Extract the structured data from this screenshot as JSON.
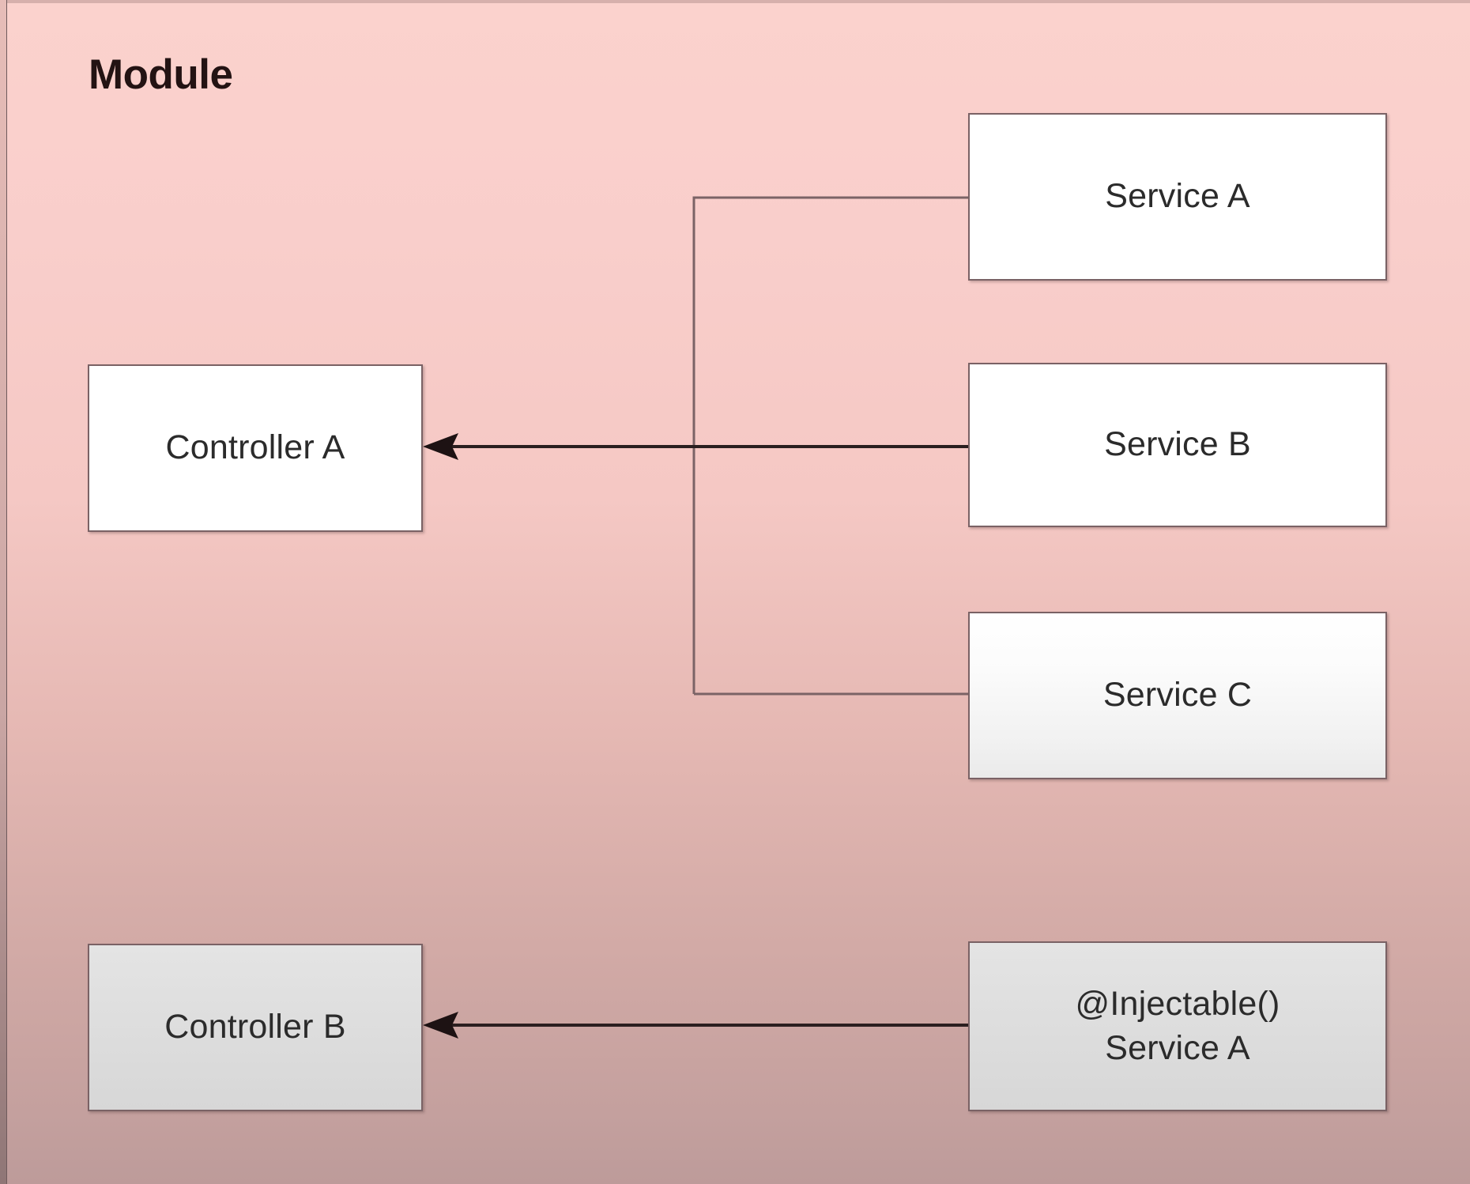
{
  "diagram": {
    "title": "Module",
    "type": "block-diagram",
    "background_top_color": "#fbd2cd",
    "background_bottom_color": "#bd9b9a",
    "node_border_color": "#7a6265",
    "connector_color": "#7b6366",
    "arrow_color": "#1d1213"
  },
  "nodes": [
    {
      "id": "service-a",
      "label": "Service A",
      "fill": "#ffffff",
      "column": "right",
      "row": 1
    },
    {
      "id": "service-b",
      "label": "Service B",
      "fill": "#ffffff",
      "column": "right",
      "row": 2
    },
    {
      "id": "service-c",
      "label": "Service C",
      "fill": "#f1f1f1",
      "column": "right",
      "row": 3
    },
    {
      "id": "controller-a",
      "label": "Controller A",
      "fill": "#ffffff",
      "column": "left",
      "row": 2
    },
    {
      "id": "controller-b",
      "label": "Controller B",
      "fill": "#dedede",
      "column": "left",
      "row": 4
    },
    {
      "id": "injectable-service-a",
      "label_line1": "@Injectable()",
      "label_line2": "Service A",
      "fill": "#dedede",
      "column": "right",
      "row": 4
    }
  ],
  "edges": [
    {
      "id": "service-a-to-bus",
      "from": "service-a",
      "to": "controller-a",
      "style": "elbow",
      "arrow": false
    },
    {
      "id": "service-b-to-controller-a",
      "from": "service-b",
      "to": "controller-a",
      "style": "straight",
      "arrow": true
    },
    {
      "id": "service-c-to-bus",
      "from": "service-c",
      "to": "controller-a",
      "style": "elbow",
      "arrow": false
    },
    {
      "id": "injectable-to-controller-b",
      "from": "injectable-service-a",
      "to": "controller-b",
      "style": "straight",
      "arrow": true
    }
  ]
}
